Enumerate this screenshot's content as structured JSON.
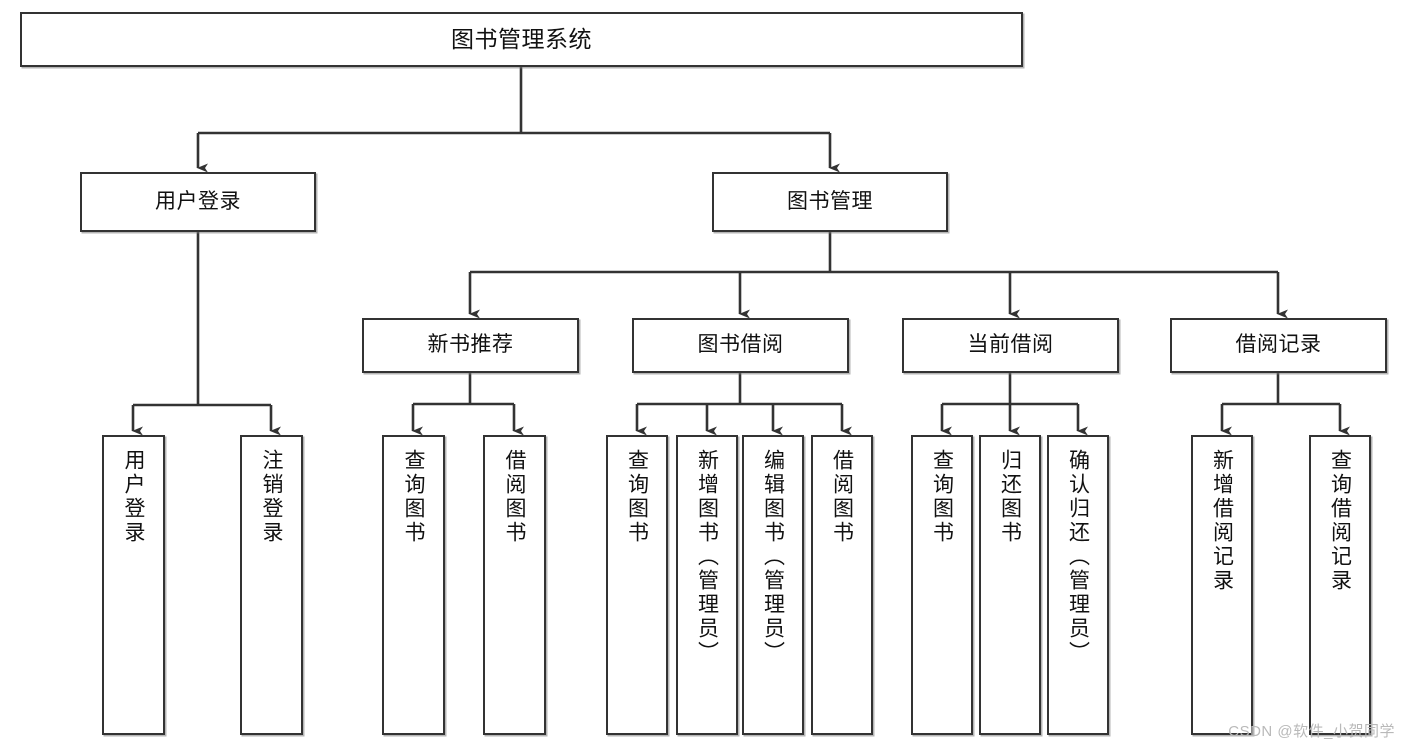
{
  "diagram": {
    "title": "图书管理系统",
    "type": "tree-hierarchy-diagram",
    "colors": {
      "box_border": "#333333",
      "box_fill": "#ffffff",
      "connector": "#333333",
      "watermark": "#b9b9b9",
      "background": "#ffffff"
    },
    "root": {
      "label": "图书管理系统"
    },
    "level2": [
      {
        "label": "用户登录"
      },
      {
        "label": "图书管理"
      }
    ],
    "level3": [
      {
        "label": "新书推荐"
      },
      {
        "label": "图书借阅"
      },
      {
        "label": "当前借阅"
      },
      {
        "label": "借阅记录"
      }
    ],
    "leaves": [
      {
        "label": "用户登录"
      },
      {
        "label": "注销登录"
      },
      {
        "label": "查询图书"
      },
      {
        "label": "借阅图书"
      },
      {
        "label": "查询图书"
      },
      {
        "label": "新增图书（管理员）"
      },
      {
        "label": "编辑图书（管理员）"
      },
      {
        "label": "借阅图书"
      },
      {
        "label": "查询图书"
      },
      {
        "label": "归还图书"
      },
      {
        "label": "确认归还（管理员）"
      },
      {
        "label": "新增借阅记录"
      },
      {
        "label": "查询借阅记录"
      }
    ]
  },
  "watermark": {
    "text": "CSDN @软件_小贺同学"
  }
}
